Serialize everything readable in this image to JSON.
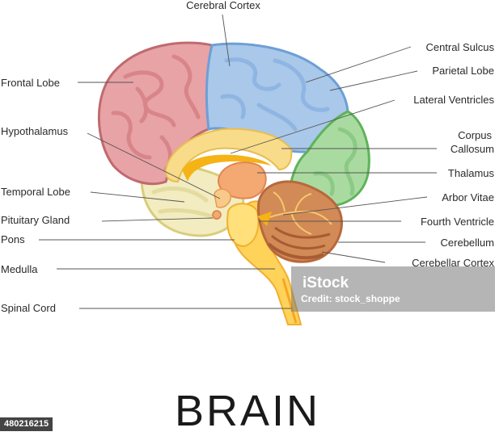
{
  "title": "BRAIN",
  "labels": {
    "cerebral_cortex": "Cerebral Cortex",
    "central_sulcus": "Central Sulcus",
    "parietal_lobe": "Parietal Lobe",
    "lateral_ventricles": "Lateral Ventricles",
    "corpus_callosum_1": "Corpus",
    "corpus_callosum_2": "Callosum",
    "thalamus": "Thalamus",
    "arbor_vitae": "Arbor Vitae",
    "fourth_ventricle": "Fourth Ventricle",
    "cerebellum": "Cerebellum",
    "cerebellar_cortex": "Cerebellar Cortex",
    "frontal_lobe": "Frontal Lobe",
    "hypothalamus": "Hypothalamus",
    "temporal_lobe": "Temporal Lobe",
    "pituitary_gland": "Pituitary Gland",
    "pons": "Pons",
    "medulla": "Medulla",
    "spinal_cord": "Spinal Cord"
  },
  "watermark": {
    "logo": "iStock",
    "credit": "Credit: stock_shoppe"
  },
  "stock_id": "480216215",
  "colors": {
    "frontal": "#e8a3a6",
    "frontal_stroke": "#c06a70",
    "parietal": "#a9c8ea",
    "parietal_stroke": "#6d9fd6",
    "occipital": "#a9dba1",
    "occipital_stroke": "#5fb35a",
    "temporal": "#f2ecc0",
    "temporal_stroke": "#d9cd7c",
    "corpus": "#f8dc8a",
    "brainstem": "#ffd25a",
    "thalamus": "#f4a872",
    "cerebellum": "#d28a56",
    "cerebellar_cortex": "#b8683c"
  }
}
